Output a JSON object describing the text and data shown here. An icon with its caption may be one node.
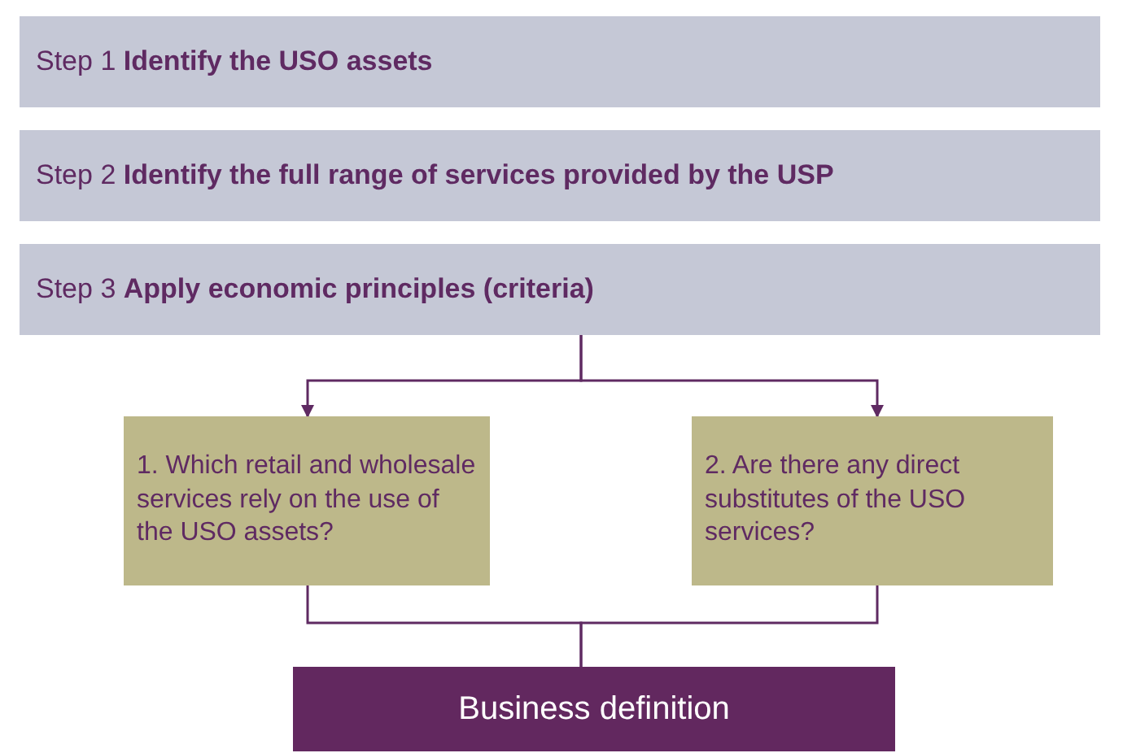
{
  "diagram": {
    "nodes": [
      {
        "text": [
          "Step 1 **Identify the USO assets**"
        ]
      },
      {
        "text": [
          "Step 2 **Identify the full range of services provided by the USP**"
        ]
      },
      {
        "text": [
          "Step 3 **Apply economic principles (criteria)**"
        ]
      },
      {
        "text": [
          "1. Which retail and wholesale services rely on the use of the USO assets?"
        ]
      },
      {
        "text": [
          "2. Are there any direct substitutes of the USO services?"
        ]
      },
      {
        "text": [
          "Business definition"
        ]
      }
    ],
    "edges": [
      {
        "from": 2,
        "to": 3,
        "arrow": "to"
      },
      {
        "from": 2,
        "to": 4,
        "arrow": "to"
      },
      {
        "from": 3,
        "to": 5,
        "arrow": "none"
      },
      {
        "from": 4,
        "to": 5,
        "arrow": "none"
      }
    ]
  }
}
